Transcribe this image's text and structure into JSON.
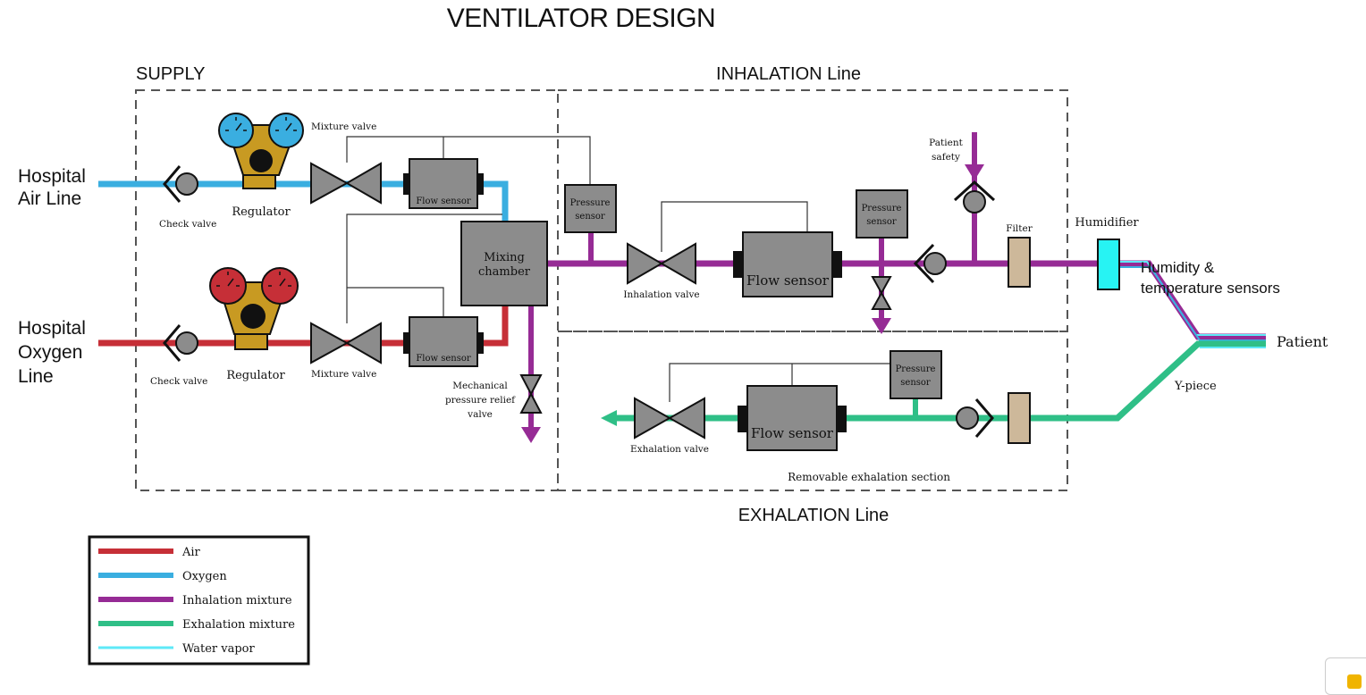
{
  "title": "VENTILATOR DESIGN",
  "sections": {
    "supply": "SUPPLY",
    "inhalation": "INHALATION Line",
    "exhalation": "EXHALATION Line"
  },
  "inputs": {
    "air_line": [
      "Hospital",
      "Air Line"
    ],
    "oxygen_line": [
      "Hospital",
      "Oxygen",
      "Line"
    ]
  },
  "components": {
    "check_valve": "Check valve",
    "regulator": "Regulator",
    "mixture_valve": "Mixture valve",
    "flow_sensor": "Flow sensor",
    "mixing_chamber": [
      "Mixing",
      "chamber"
    ],
    "pressure_sensor": [
      "Pressure",
      "sensor"
    ],
    "mech_relief": [
      "Mechanical",
      "pressure relief",
      "valve"
    ],
    "inhalation_valve": "Inhalation valve",
    "exhalation_valve": "Exhalation valve",
    "patient_safety": [
      "Patient",
      "safety"
    ],
    "filter": "Filter",
    "humidifier": "Humidifier",
    "humidity_sensors": [
      "Humidity &",
      "temperature sensors"
    ],
    "patient": "Patient",
    "y_piece": "Y-piece",
    "removable": "Removable exhalation section"
  },
  "legend": [
    {
      "label": "Air",
      "color": "#c62f37"
    },
    {
      "label": "Oxygen",
      "color": "#3aaee0"
    },
    {
      "label": "Inhalation mixture",
      "color": "#962b95"
    },
    {
      "label": "Exhalation mixture",
      "color": "#2fbf87"
    },
    {
      "label": "Water vapor",
      "color": "#5ee9f7"
    }
  ],
  "colors": {
    "air": "#c62f37",
    "oxygen": "#3aaee0",
    "inhalation": "#962b95",
    "exhalation": "#2fbf87",
    "vapor": "#5ee9f7",
    "device": "#8c8c8c",
    "regulator": "#c89a22",
    "filter": "#cdb89a",
    "humidifier": "#27f3f3"
  }
}
